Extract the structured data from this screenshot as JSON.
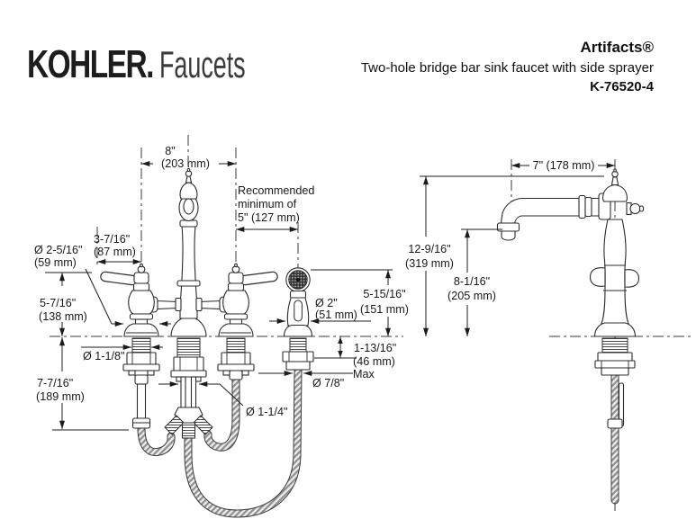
{
  "header": {
    "brand_bold": "KOHLER.",
    "brand_light": "Faucets",
    "product_family": "Artifacts®",
    "product_title": "Two-hole bridge bar sink faucet with side sprayer",
    "model_number": "K-76520-4"
  },
  "colors": {
    "drawing_ink": "#2b2b2b",
    "dimension_ink": "#1c1c1c",
    "background": "#ffffff"
  },
  "diagram": {
    "dims": {
      "spread": {
        "in": "8\"",
        "mm": "(203 mm)"
      },
      "recommended": {
        "line1": "Recommended",
        "line2": "minimum of",
        "line3": "5\" (127 mm)"
      },
      "handle_clearance": {
        "in": "3-7/16\"",
        "mm": "(87 mm)"
      },
      "escutcheon_dia": {
        "in": "Ø 2-5/16\"",
        "mm": "(59 mm)"
      },
      "handle_height": {
        "in": "5-7/16\"",
        "mm": "(138 mm)"
      },
      "shank_dia": {
        "in": "Ø 1-1/8\""
      },
      "below_deck": {
        "in": "7-7/16\"",
        "mm": "(189 mm)"
      },
      "hole_dia": {
        "in": "Ø 1-1/4\""
      },
      "sprayer_dia": {
        "in": "Ø 2\"",
        "mm": "(51 mm)"
      },
      "sprayer_height": {
        "in": "5-15/16\"",
        "mm": "(151 mm)"
      },
      "deck_thickness": {
        "in": "1-13/16\"",
        "mm": "(46 mm)",
        "qualifier": "Max"
      },
      "sprayer_shank_dia": {
        "in": "Ø 7/8\""
      },
      "spout_reach": {
        "label": "7\" (178 mm)"
      },
      "overall_height": {
        "in": "12-9/16\"",
        "mm": "(319 mm)"
      },
      "spout_height": {
        "in": "8-1/16\"",
        "mm": "(205 mm)"
      }
    }
  }
}
